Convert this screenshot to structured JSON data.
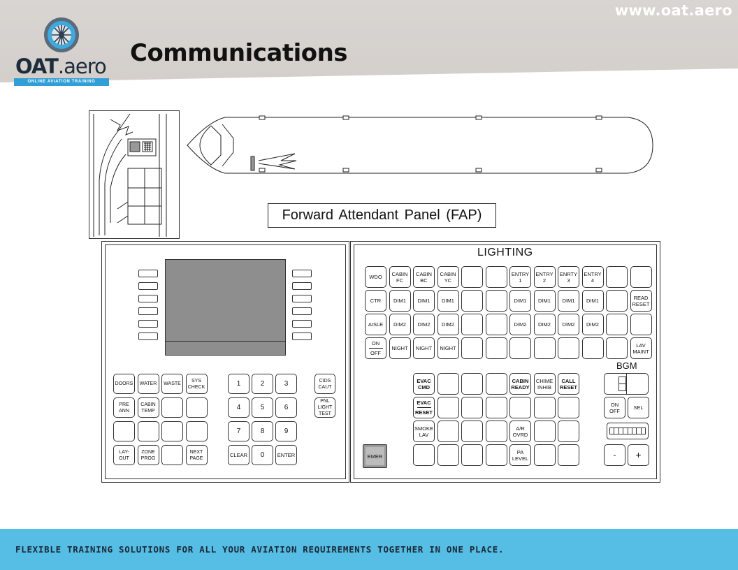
{
  "header": {
    "website": "www.oat.aero",
    "logo_main": "OAT",
    "logo_sub": ".aero",
    "logo_tagline": "ONLINE AVIATION TRAINING",
    "title": "Communications"
  },
  "diagram": {
    "label": "Forward  Attendant  Panel  (FAP)"
  },
  "left_panel": {
    "system_keys": [
      [
        "DOORS",
        "WATER",
        "WASTE",
        "SYS|CHECK"
      ],
      [
        "PRE|ANN",
        "CABIN|TEMP",
        "",
        ""
      ],
      [
        "",
        "",
        "",
        ""
      ],
      [
        "LAY-|OUT",
        "ZONE|PROG",
        "",
        "NEXT|PAGE"
      ]
    ],
    "numpad": [
      [
        "1",
        "2",
        "3"
      ],
      [
        "4",
        "5",
        "6"
      ],
      [
        "7",
        "8",
        "9"
      ],
      [
        "CLEAR",
        "0",
        "ENTER"
      ]
    ],
    "side_keys": [
      "CIDS|CAUT",
      "PNL|LIGHT|TEST"
    ]
  },
  "right_panel": {
    "lighting_title": "LIGHTING",
    "lighting_rows": [
      [
        "WDO",
        "CABIN|FC",
        "CABIN|BC",
        "CABIN|YC",
        "",
        "",
        "ENTRY|1",
        "ENTRY|2",
        "ENRTY|3",
        "ENTRY|4",
        "",
        ""
      ],
      [
        "CTR",
        "DIM1",
        "DIM1",
        "DIM1",
        "",
        "",
        "DIM1",
        "DIM1",
        "DIM1",
        "DIM1",
        "",
        "READ|RESET"
      ],
      [
        "AISLE",
        "DIM2",
        "DIM2",
        "DIM2",
        "",
        "",
        "DIM2",
        "DIM2",
        "DIM2",
        "DIM2",
        "",
        ""
      ],
      [
        "ON_OFF",
        "NIGHT",
        "NIGHT",
        "NIGHT",
        "",
        "",
        "",
        "",
        "",
        "",
        "",
        "LAV|MAINT"
      ]
    ],
    "evac_rows": [
      [
        "EVAC|CMD",
        "",
        "",
        "",
        "CABIN|READY",
        "CHIME|INHIB",
        "CALL|RESET"
      ],
      [
        "EVAC_RESET",
        "",
        "",
        "",
        "",
        "",
        ""
      ],
      [
        "SMOKE|LAV",
        "",
        "",
        "",
        "A/R|OVRD",
        "",
        ""
      ],
      [
        "",
        "",
        "",
        "",
        "PA|LEVEL",
        "",
        ""
      ]
    ],
    "emer_label": "EMER",
    "bgm_title": "BGM",
    "bgm_on_off": "ON|OFF",
    "bgm_sel": "SEL",
    "bgm_minus": "-",
    "bgm_plus": "+"
  },
  "footer": {
    "text": "FLEXIBLE TRAINING SOLUTIONS FOR ALL YOUR AVIATION REQUIREMENTS TOGETHER IN ONE PLACE."
  }
}
